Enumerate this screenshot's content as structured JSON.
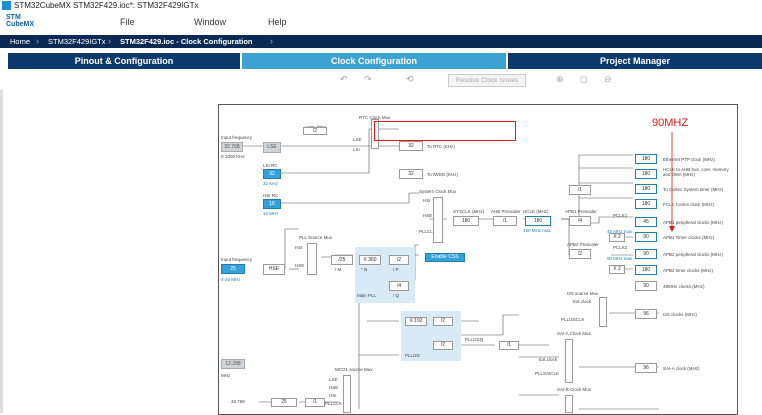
{
  "window": {
    "title": "STM32CubeMX STM32F429.ioc*: STM32F429IGTx"
  },
  "logo": {
    "line1": "STM",
    "line2": "CubeMX"
  },
  "menu": {
    "file": "File",
    "window": "Window",
    "help": "Help"
  },
  "breadcrumb": {
    "home": "Home",
    "mcu": "STM32F429IGTx",
    "current": "STM32F429.ioc - Clock Configuration"
  },
  "tabs": {
    "pinout": "Pinout & Configuration",
    "clock": "Clock Configuration",
    "project": "Project Manager"
  },
  "toolbar": {
    "resolve": "Resolve Clock Issues"
  },
  "annotation": {
    "text": "90MHZ",
    "color": "#e21818"
  },
  "clock": {
    "input_freq_label": "Input frequency",
    "lse_input": "32.768",
    "lse_range": "0-1000 KHz",
    "lse_label": "LSE",
    "lsi_rc_label": "LSI RC",
    "lsi_value": "32",
    "lsi_khz": "32 KHz",
    "hsi_rc_label": "HSI RC",
    "hsi_value": "16",
    "hsi_mhz": "16 MHz",
    "hse_input_label": "Input frequency",
    "hse_input": "25",
    "hse_range": "4-26 MHz",
    "hse_label": "HSE",
    "rtc_mux_label": "RTC Clock Mux",
    "hse_rtc_div": "/2",
    "hse_rtc_label": "HSE_RTC",
    "lse_small": "LSE",
    "lsi_small": "LSI",
    "rtc_out": "32",
    "rtc_out_label": "To RTC (KHz)",
    "iwdg_out": "32",
    "iwdg_out_label": "To IWDG (KHz)",
    "pll_source_label": "PLL Source Mux",
    "hsi_small": "HSI",
    "hse_small": "HSE",
    "pllm": "/25",
    "pllm_label": "/ M",
    "plln": "X 360",
    "plln_label": "* N",
    "pllp": "/2",
    "pllp_label": "/ P",
    "pllq": "/4",
    "pllq_label": "/ Q",
    "main_pll_label": "Main PLL",
    "enable_css": "Enable CSS",
    "sys_mux_label": "System Clock Mux",
    "pllclk_label": "PLLCLK",
    "sysclk_label": "SYSCLK (MHz)",
    "sysclk": "180",
    "ahb_prescaler_label": "AHB Prescaler",
    "ahb_div": "/1",
    "hclk_label": "HCLK (MHz)",
    "hclk": "180",
    "hclk_max": "180 MHz max",
    "apb1_prescaler_label": "APB1 Prescaler",
    "apb1_div": "/4",
    "pclk1_label": "PCLK1",
    "pclk1_max": "45 MHz max",
    "apb1_timer_mul": "X 2",
    "apb2_prescaler_label": "APB2 Prescaler",
    "apb2_div": "/2",
    "pclk2_label": "PCLK2",
    "pclk2_max": "90 MHz max",
    "apb2_timer_mul": "X 2",
    "cortex_div": "/1",
    "eth_ptp": "180",
    "eth_ptp_label": "Ethernet PTP clock (MHz)",
    "hclk_ahb": "180",
    "hclk_ahb_label": "HCLK to AHB bus, core, memory and DMA (MHz)",
    "cortex_timer": "180",
    "cortex_timer_label": "To Cortex System timer (MHz)",
    "fclk": "180",
    "fclk_label": "FCLK Cortex clock (MHz)",
    "apb1_periph": "45",
    "apb1_periph_label": "APB1 peripheral clocks (MHz)",
    "apb1_timer": "90",
    "apb1_timer_label": "APB1 Timer clocks (MHz)",
    "apb2_periph": "90",
    "apb2_periph_label": "APB2 peripheral clocks (MHz)",
    "apb2_timer": "180",
    "apb2_timer_label": "APB2 timer clocks (MHz)",
    "i2s_out": "90",
    "i2s_out_label": "48MHz clocks (MHz)",
    "i2s_mux_label": "I2S source Mux",
    "ext_clock_label": "Ext.clock",
    "plli2sclk_label": "PLLI2SCLK",
    "i2s_clock": "96",
    "i2s_clock_label": "I2S clocks (MHz)",
    "plli2s_n": "X 192",
    "plli2s_r": "/2",
    "plli2s_q": "/2",
    "plli2s_label": "PLLI2S",
    "plli2sq_label": "PLLI2SQ",
    "plli2sq_div": "/1",
    "sai_a_mux_label": "SAI-A Clock Mux",
    "sai_b_mux_label": "SAI-B Clock Mux",
    "saia_out": "96",
    "saia_out_label": "SAI-A clock (MHz)",
    "ext_clock2_label": "Ext.clock",
    "pllsaiclk_label": "PLLSAICLK",
    "mco_mux_label": "MCO1 source Mux",
    "mco_lse": "LSE",
    "mco_hse": "HSE",
    "mco_hsi": "HSI",
    "mco_pll": "PLLCLK",
    "ext_input": "12.288",
    "ext_label": "MHz",
    "lse_bottom": "32.768",
    "mco_div": "/1",
    "mco_out": "25"
  }
}
